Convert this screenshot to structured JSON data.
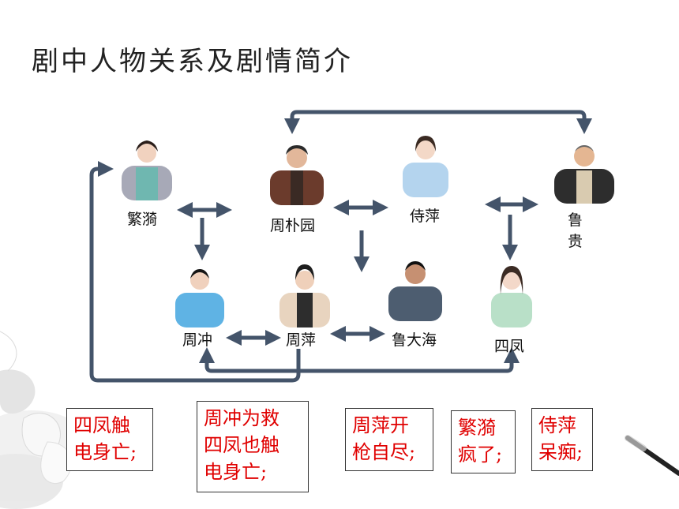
{
  "title": "剧中人物关系及剧情简介",
  "characters": {
    "fanyi": "繁漪",
    "zhoupuyuan": "周朴园",
    "shiping": "侍萍",
    "lugui": "鲁\n贵",
    "zhouchong": "周冲",
    "zhouping": "周萍",
    "ludahai": "鲁大海",
    "sifeng": "四凤"
  },
  "notes": [
    "四凤触\n电身亡;",
    "周冲为救\n四凤也触\n电身亡;",
    "周萍开\n枪自尽;",
    "繁漪\n疯了;",
    "侍萍\n呆痴;"
  ],
  "colors": {
    "arrow": "#44546a",
    "note_text": "#e00000"
  }
}
